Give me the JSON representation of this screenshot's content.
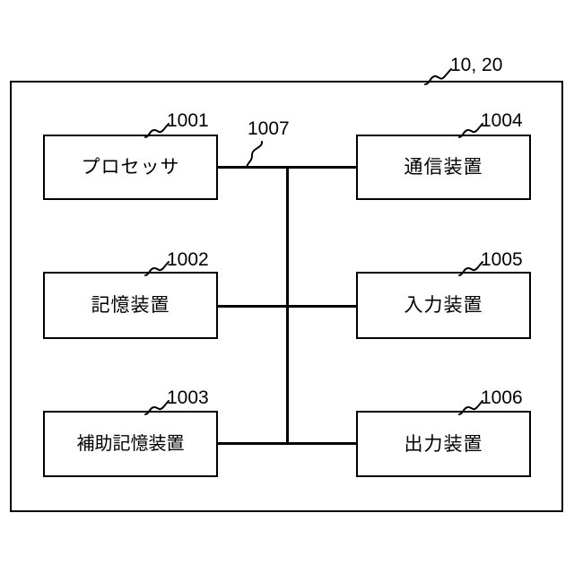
{
  "figure": {
    "system_ref": "10, 20",
    "bus": {
      "ref": "1007",
      "name": "bus"
    },
    "left_column": [
      {
        "ref": "1001",
        "label": "プロセッサ",
        "name": "processor"
      },
      {
        "ref": "1002",
        "label": "記憶装置",
        "name": "memory-device"
      },
      {
        "ref": "1003",
        "label": "補助記憶装置",
        "name": "auxiliary-memory-device"
      }
    ],
    "right_column": [
      {
        "ref": "1004",
        "label": "通信装置",
        "name": "communication-device"
      },
      {
        "ref": "1005",
        "label": "入力装置",
        "name": "input-device"
      },
      {
        "ref": "1006",
        "label": "出力装置",
        "name": "output-device"
      }
    ],
    "colors": {
      "line": "#000000",
      "background": "#ffffff"
    }
  }
}
